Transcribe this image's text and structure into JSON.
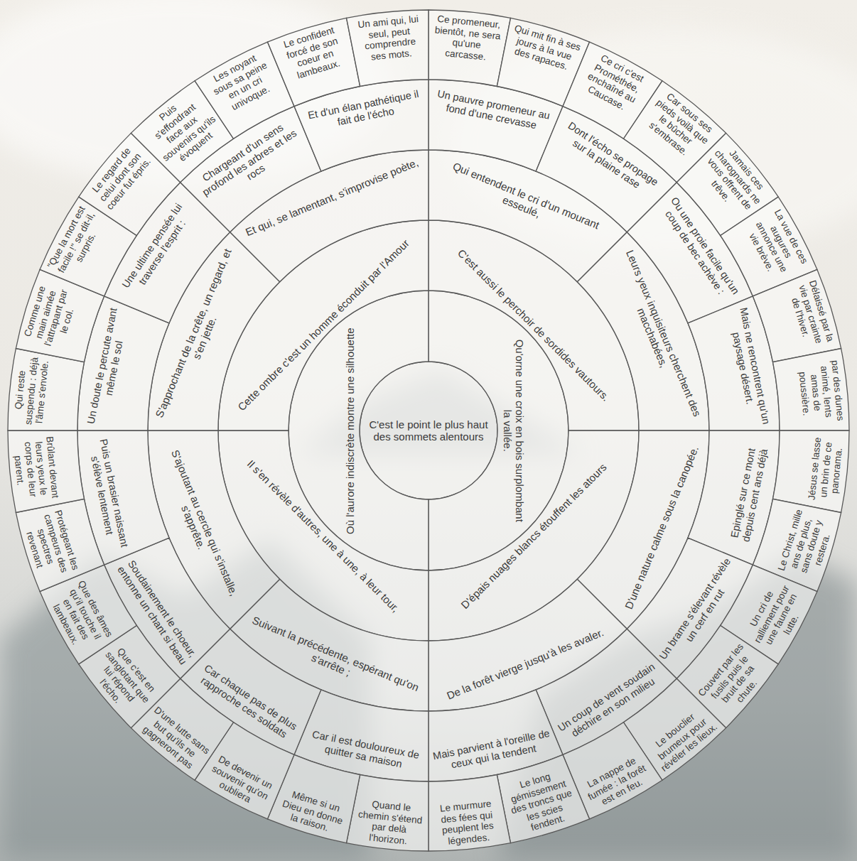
{
  "diagram": {
    "nodes": [
      {
        "text": [
          "C'est le point le plus haut des sommets alentours"
        ]
      },
      {
        "text": [
          "Qu'orne une croix en bois surplombant la vallée."
        ]
      },
      {
        "text": [
          "Où l'aurore indiscrète montre une silhouette"
        ]
      },
      {
        "text": [
          "C'est aussi le perchoir de sordides vautours."
        ]
      },
      {
        "text": [
          "D'épais nuages blancs étouffent les atours"
        ]
      },
      {
        "text": [
          "Il s'en révèle d'autres, une à une, à leur tour,"
        ]
      },
      {
        "text": [
          "Cette ombre c'est un homme éconduit par l'Amour"
        ]
      },
      {
        "text": [
          "Qui entendent le cri d'un mourant esseulé,"
        ]
      },
      {
        "text": [
          "Leurs yeux inquisiteurs cherchent des macchabées,"
        ]
      },
      {
        "text": [
          "D'une nature calme sous la canopée."
        ]
      },
      {
        "text": [
          "De la forêt vierge jusqu'à les avaler."
        ]
      },
      {
        "text": [
          "Suivant la précédente, espérant qu'on s'arrête ;"
        ]
      },
      {
        "text": [
          "S'ajoutant au cercle qui s'installe, s'apprête."
        ]
      },
      {
        "text": [
          "S'approchant de la crête, un regard, et s'en jette."
        ]
      },
      {
        "text": [
          "Et qui, se lamentant, s'improvise poète,"
        ]
      },
      {
        "text": [
          "Un pauvre promeneur au fond d'une crevasse"
        ]
      },
      {
        "text": [
          "Dont l'écho se propage sur la plaine rase"
        ]
      },
      {
        "text": [
          "Ou une proie facile qu'un coup de bec achève :"
        ]
      },
      {
        "text": [
          "Mais ne rencontrent qu'un paysage désert."
        ]
      },
      {
        "text": [
          "Epinglé sur ce mont depuis cent ans déjà"
        ]
      },
      {
        "text": [
          "Un brame s'élevant révèle un cerf en rut"
        ]
      },
      {
        "text": [
          "Un coup de vent soudain déchire en son milieu"
        ]
      },
      {
        "text": [
          "Mais parvient à l'oreille de ceux qui la tendent"
        ]
      },
      {
        "text": [
          "Car il est douloureux de quitter sa maison"
        ]
      },
      {
        "text": [
          "Car chaque pas de plus rapproche ces soldats"
        ]
      },
      {
        "text": [
          "Soudainement le choeur, entonne un chant si beau"
        ]
      },
      {
        "text": [
          "Puis un brasier naissant s'élève lentement"
        ]
      },
      {
        "text": [
          "Un doute le percute avant même le sol"
        ]
      },
      {
        "text": [
          "Une ultime pensée lui traverse l'esprit :"
        ]
      },
      {
        "text": [
          "Chargeant d'un sens profond les arbres et les rocs"
        ]
      },
      {
        "text": [
          "Et d'un élan pathétique il fait de l'écho"
        ]
      },
      {
        "text": [
          "Ce promeneur, bientôt, ne sera qu'une carcasse."
        ]
      },
      {
        "text": [
          "Qui mit fin à ses jours à la vue des rapaces."
        ]
      },
      {
        "text": [
          "Ce cri c'est Prométhée, enchaîné au Caucase."
        ]
      },
      {
        "text": [
          "Car sous ses pieds voilà que le bûcher s'embrase."
        ]
      },
      {
        "text": [
          "Jamais ces charognards ne vous offrent de trêve."
        ]
      },
      {
        "text": [
          "La vue de ces augures annonce une vie brève."
        ]
      },
      {
        "text": [
          "Délaissé par la vie par crainte de l'hiver."
        ]
      },
      {
        "text": [
          "par des dunes animé, lents amas de poussière."
        ]
      },
      {
        "text": [
          "Jésus se lasse un brin de ce panorama."
        ]
      },
      {
        "text": [
          "Le Christ, mille ans de plus, sans doute y restera."
        ]
      },
      {
        "text": [
          "Un cri de ralliement pour une faune en lutte."
        ]
      },
      {
        "text": [
          "Couvert par les fusils puis le bruit de sa chute."
        ]
      },
      {
        "text": [
          "Le bouclier brumeux pour révéler les lieux."
        ]
      },
      {
        "text": [
          "La nappe de fumée : la forêt est en feu."
        ]
      },
      {
        "text": [
          "Le long gémissement des troncs que les scies fendent."
        ]
      },
      {
        "text": [
          "Le murmure des fées qui peuplent les légendes."
        ]
      },
      {
        "text": [
          "Quand le chemin s'étend par delà l'horizon."
        ]
      },
      {
        "text": [
          "Même si un Dieu en donne la raison."
        ]
      },
      {
        "text": [
          "De devenir un souvenir qu'on oubliera"
        ]
      },
      {
        "text": [
          "D'une lutte sans but qu'ils ne gagneront pas"
        ]
      },
      {
        "text": [
          "Que c'est en sanglotant que lui répond l'écho."
        ]
      },
      {
        "text": [
          "Que des âmes qu'il touche il en fait des lambeaux."
        ]
      },
      {
        "text": [
          "Protégeant les campeurs des spectres revenant"
        ]
      },
      {
        "text": [
          "Brûlant devant leurs yeux le corps de leur parent."
        ]
      },
      {
        "text": [
          "Qui reste suspendu : déjà l'âme s'envole."
        ]
      },
      {
        "text": [
          "Comme une main aimée l'attrapant par le col."
        ]
      },
      {
        "text": [
          "\"Que la mort est facile !\" se dit-il, surpris."
        ]
      },
      {
        "text": [
          "Le regard de celui dont son coeur fut épris."
        ]
      },
      {
        "text": [
          "Puis s'effondrant face aux souvenirs qu'ils évoquent"
        ]
      },
      {
        "text": [
          "Les noyant sous sa peine en un cri univoque."
        ]
      },
      {
        "text": [
          "Le confident forcé de son coeur en lambeaux."
        ]
      },
      {
        "text": [
          "Un ami qui, lui seul, peut comprendre ses mots."
        ]
      }
    ]
  }
}
